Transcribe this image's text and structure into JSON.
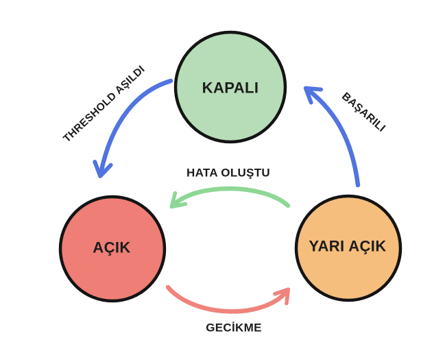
{
  "canvas": {
    "background": "#ffffff",
    "outline_color": "#141414",
    "text_color": "#1c1c1c"
  },
  "diagram": {
    "type": "state-diagram",
    "subject": "circuit-breaker-states",
    "nodes": [
      {
        "id": "kapali",
        "label": "KAPALI",
        "fill": "#b7ddb8"
      },
      {
        "id": "acik",
        "label": "AÇIK",
        "fill": "#ef7e76"
      },
      {
        "id": "yari-acik",
        "label": "YARI AÇIK",
        "fill": "#f6be7c"
      }
    ],
    "transitions": [
      {
        "id": "threshold-asildi",
        "label": "THRESHOLD AŞILDI",
        "from": "KAPALI",
        "to": "AÇIK",
        "color": "#5174e0"
      },
      {
        "id": "basarili",
        "label": "BAŞARILI",
        "from": "YARI AÇIK",
        "to": "KAPALI",
        "color": "#5174e0"
      },
      {
        "id": "hata-olustu",
        "label": "HATA OLUŞTU",
        "from": "YARI AÇIK",
        "to": "AÇIK",
        "color": "#8ed795"
      },
      {
        "id": "gecikme",
        "label": "GECİKME",
        "from": "AÇIK",
        "to": "YARI AÇIK",
        "color": "#f0837c"
      }
    ]
  }
}
